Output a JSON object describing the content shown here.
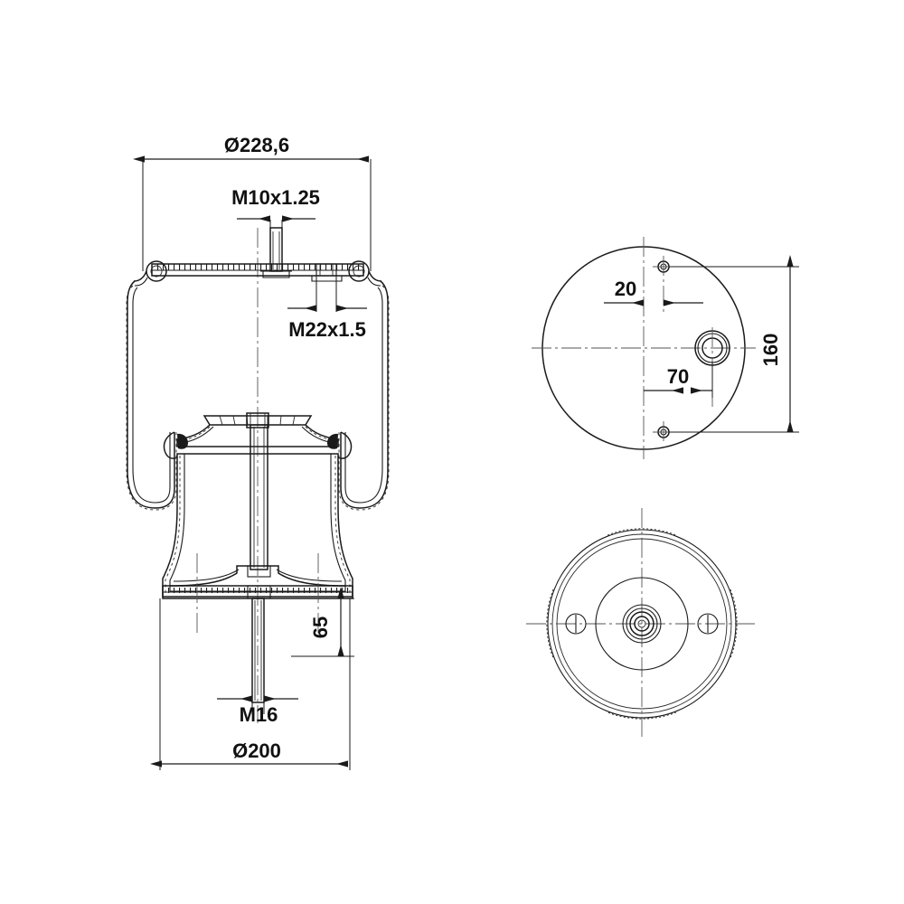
{
  "document": {
    "type": "engineering-drawing",
    "subject": "Air spring / rolling lobe bellows assembly",
    "background_color": "#ffffff",
    "line_color": "#1a1a1a",
    "centerline_color": "#555555"
  },
  "views": {
    "front_section": {
      "name": "Front sectional view",
      "description": "Air spring with rolling lobe bellows, top cover plate and conical piston"
    },
    "top_plate": {
      "name": "Top cover plate view",
      "description": "Circular top plate with two stud holes and one air port"
    },
    "bottom_piston": {
      "name": "Bottom piston view",
      "description": "Circular piston base with central bolt and two side openings"
    }
  },
  "dimensions": {
    "overall_diameter": "Ø228,6",
    "piston_diameter": "Ø200",
    "top_stud_thread": "M10x1.25",
    "air_port_thread": "M22x1.5",
    "bottom_stud_thread": "M16",
    "stud_offset": "20",
    "port_offset": "70",
    "stud_spacing": "160",
    "piston_height": "65"
  },
  "labels": [
    {
      "id": "dia-228",
      "text": "Ø228,6",
      "view": "front_section"
    },
    {
      "id": "thread-m10",
      "text": "M10x1.25",
      "view": "front_section"
    },
    {
      "id": "thread-m22",
      "text": "M22x1.5",
      "view": "front_section"
    },
    {
      "id": "height-65",
      "text": "65",
      "view": "front_section"
    },
    {
      "id": "thread-m16",
      "text": "M16",
      "view": "front_section"
    },
    {
      "id": "dia-200",
      "text": "Ø200",
      "view": "front_section"
    },
    {
      "id": "offset-20",
      "text": "20",
      "view": "top_plate"
    },
    {
      "id": "offset-70",
      "text": "70",
      "view": "top_plate"
    },
    {
      "id": "spacing-160",
      "text": "160",
      "view": "top_plate"
    }
  ]
}
